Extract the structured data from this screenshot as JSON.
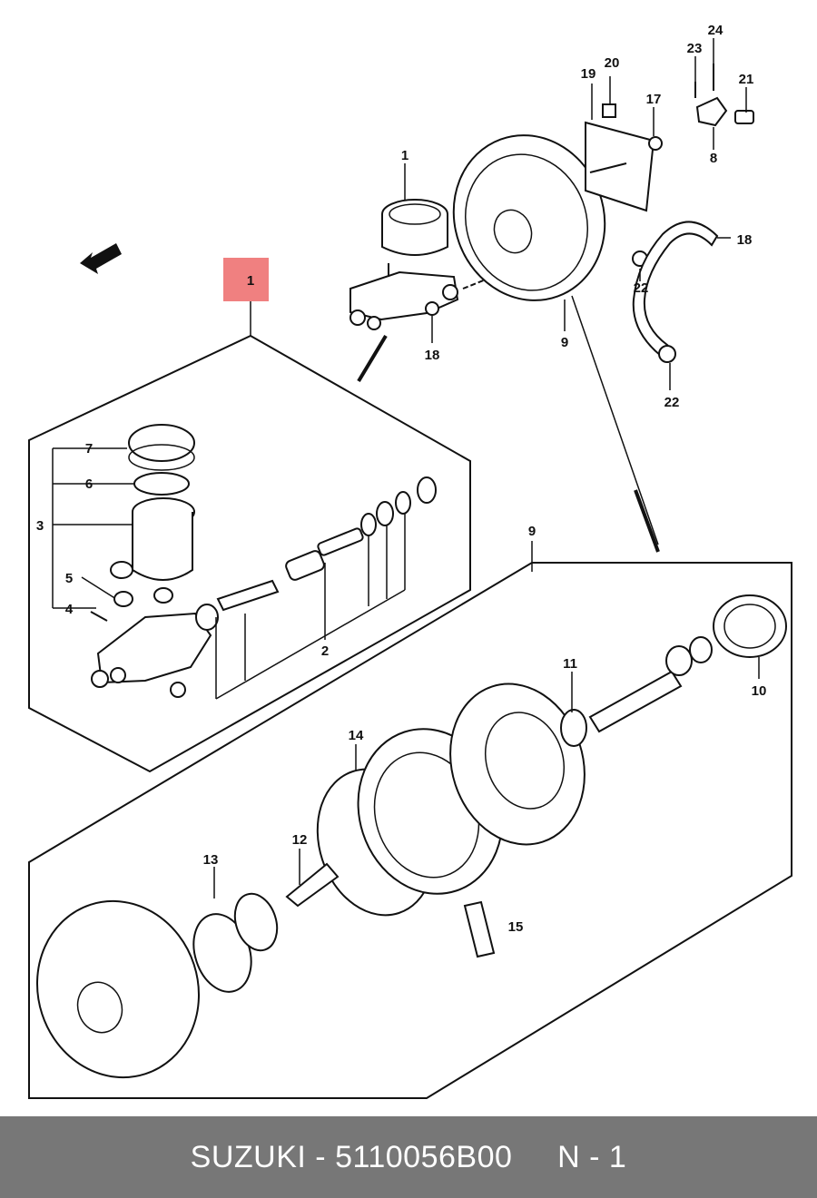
{
  "diagram": {
    "highlight_color": "#f08080",
    "callouts": {
      "c1_top": "1",
      "c1_highlight": "1",
      "c2": "2",
      "c3": "3",
      "c4": "4",
      "c5": "5",
      "c6": "6",
      "c7": "7",
      "c8": "8",
      "c9_top": "9",
      "c9_detail": "9",
      "c10": "10",
      "c11": "11",
      "c12": "12",
      "c13": "13",
      "c14": "14",
      "c15": "15",
      "c17": "17",
      "c18_top": "18",
      "c18_hose": "18",
      "c19": "19",
      "c20": "20",
      "c21": "21",
      "c22_a": "22",
      "c22_b": "22",
      "c23": "23",
      "c24": "24"
    }
  },
  "footer": {
    "background": "#777777",
    "text": "SUZUKI - 5110056B00     N - 1"
  }
}
